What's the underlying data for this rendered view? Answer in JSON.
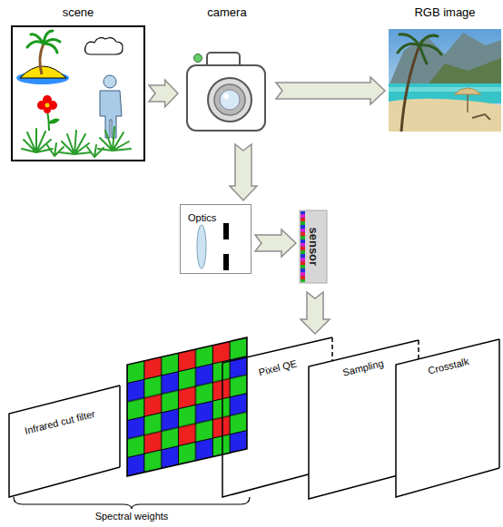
{
  "diagram": {
    "nodes": [
      {
        "text": [
          "scene"
        ]
      },
      {
        "text": [
          "camera"
        ]
      },
      {
        "text": [
          "RGB image"
        ]
      },
      {
        "text": [
          "Optics"
        ]
      },
      {
        "text": [
          "sensor"
        ]
      },
      {
        "text": [
          "Infrared cut filter"
        ]
      },
      {
        "text": [
          "Pixel QE"
        ]
      },
      {
        "text": [
          "Sampling"
        ]
      },
      {
        "text": [
          "Crosstalk"
        ]
      }
    ],
    "edges": [
      {
        "from": 0,
        "to": 1,
        "arrow": "to"
      },
      {
        "from": 1,
        "to": 2,
        "arrow": "to"
      },
      {
        "from": 1,
        "to": 3,
        "arrow": "to"
      },
      {
        "from": 3,
        "to": 4,
        "arrow": "to"
      }
    ],
    "labels": [
      "Spectral weights"
    ]
  }
}
